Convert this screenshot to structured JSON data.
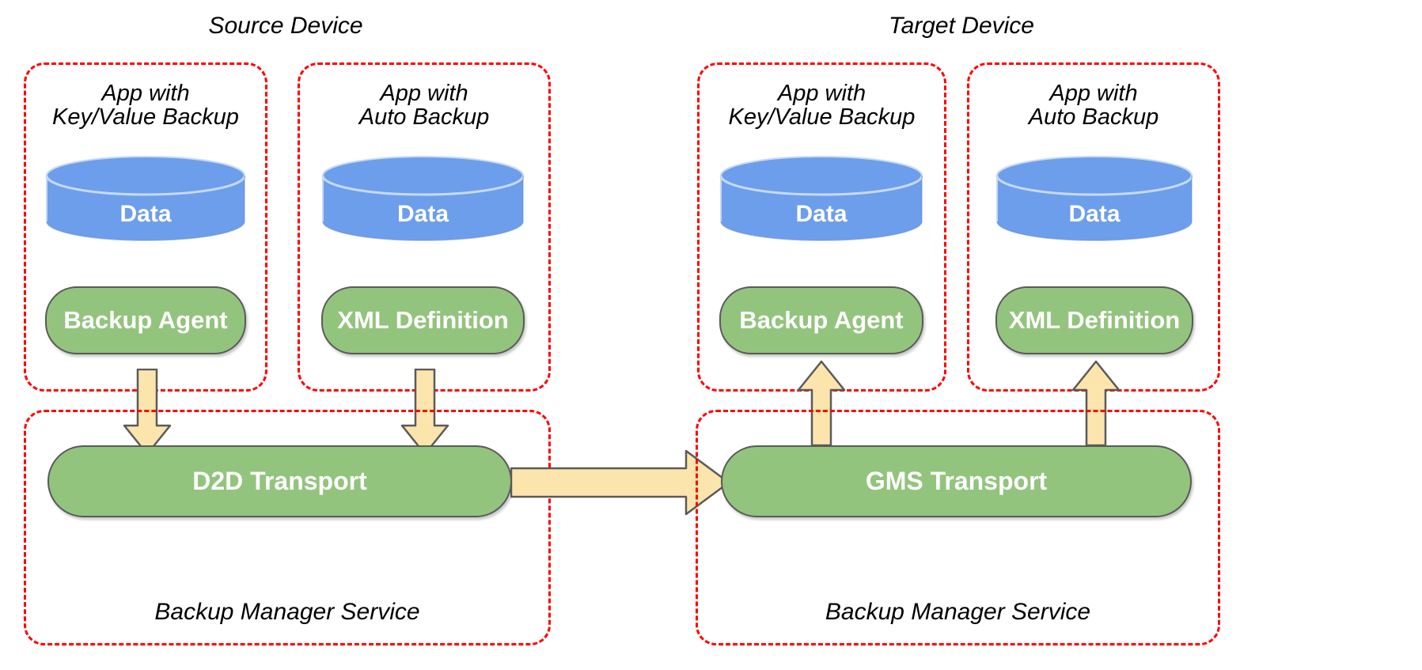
{
  "diagram": {
    "title_source": "Source Device",
    "title_target": "Target Device",
    "colors": {
      "dashed_border": "#ff0000",
      "cylinder_fill": "#6d9eeb",
      "pill_fill": "#93c47d",
      "pill_stroke": "#5a5a5a",
      "arrow_fill": "#fce5ad",
      "arrow_stroke": "#5a5a5a",
      "text_dark": "#000000",
      "text_light": "#ffffff",
      "background": "#ffffff"
    }
  },
  "source_device": {
    "title": "Source Device",
    "apps": [
      {
        "label_line1": "App with",
        "label_line2": "Key/Value Backup",
        "data_label": "Data",
        "component_label": "Backup Agent"
      },
      {
        "label_line1": "App with",
        "label_line2": "Auto Backup",
        "data_label": "Data",
        "component_label": "XML Definition"
      }
    ],
    "service": {
      "transport_label": "D2D Transport",
      "service_label": "Backup Manager Service"
    }
  },
  "target_device": {
    "title": "Target Device",
    "apps": [
      {
        "label_line1": "App with",
        "label_line2": "Key/Value Backup",
        "data_label": "Data",
        "component_label": "Backup Agent"
      },
      {
        "label_line1": "App with",
        "label_line2": "Auto Backup",
        "data_label": "Data",
        "component_label": "XML Definition"
      }
    ],
    "service": {
      "transport_label": "GMS Transport",
      "service_label": "Backup Manager Service"
    }
  },
  "arrows": {
    "source_kv_down": "down-arrow",
    "source_auto_down": "down-arrow",
    "transport_right": "right-arrow",
    "target_kv_up": "up-arrow",
    "target_auto_up": "up-arrow"
  }
}
